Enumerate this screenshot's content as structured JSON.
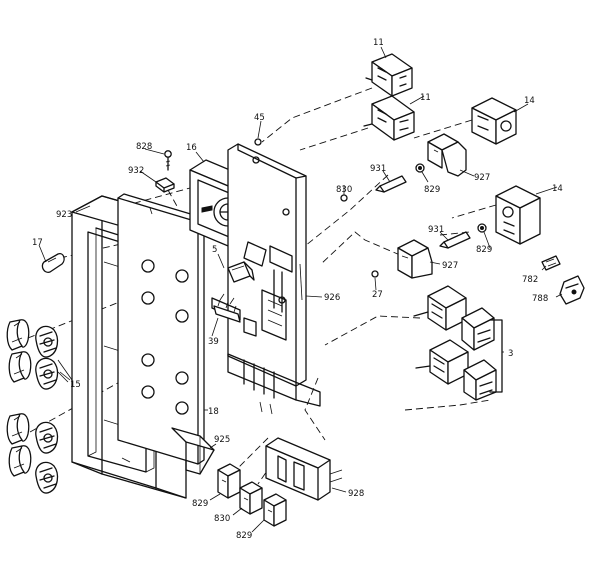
{
  "labels": {
    "p11a": "11",
    "p11b": "11",
    "p14a": "14",
    "p14b": "14",
    "p45": "45",
    "p16": "16",
    "p828": "828",
    "p932": "932",
    "p923": "923",
    "p17": "17",
    "p931a": "931",
    "p830a": "830",
    "p829a": "829",
    "p927a": "927",
    "p931b": "931",
    "p829b": "829",
    "p927b": "927",
    "p27": "27",
    "p782": "782",
    "p788": "788",
    "p5": "5",
    "p926": "926",
    "p39": "39",
    "p15": "15",
    "p3": "3",
    "p18": "18",
    "p925": "925",
    "p928": "928",
    "p829c": "829",
    "p830b": "830",
    "p829d": "829"
  }
}
